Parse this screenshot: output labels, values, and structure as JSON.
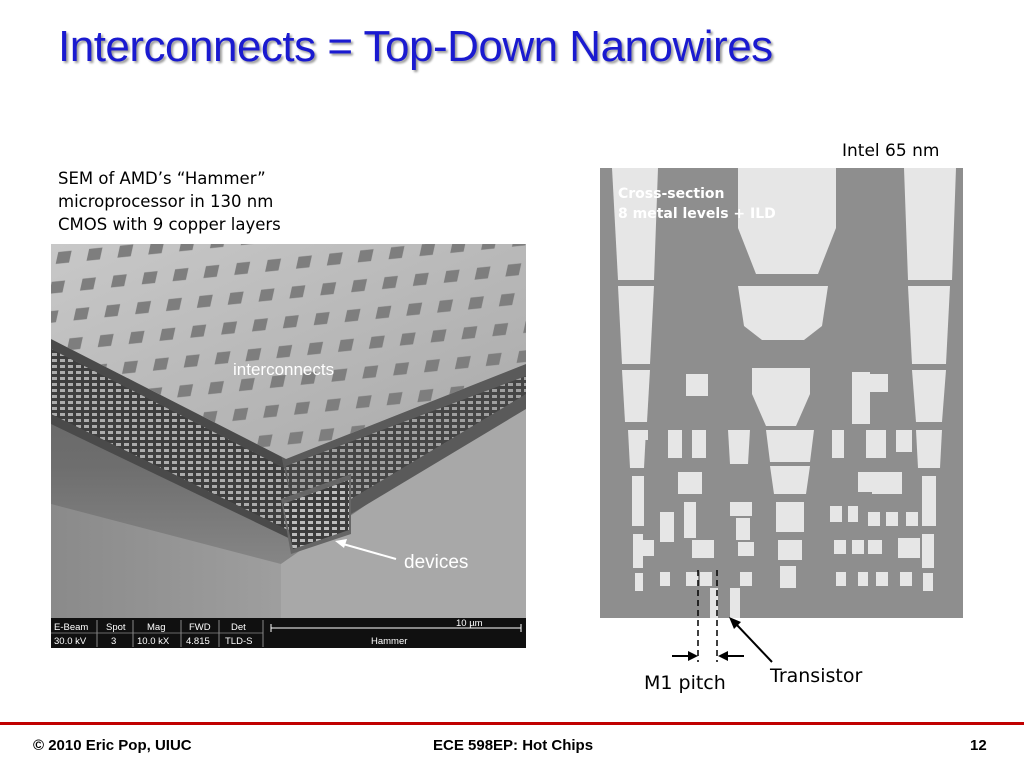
{
  "slide": {
    "title": "Interconnects = Top-Down Nanowires",
    "caption_left": [
      "SEM of AMD’s “Hammer”",
      "microprocessor in 130 nm",
      "CMOS with 9 copper layers"
    ],
    "caption_right": "Intel 65 nm"
  },
  "sem_image": {
    "label_interconnects": "interconnects",
    "label_devices": "devices",
    "databar": {
      "headers": [
        "E-Beam",
        "Spot",
        "Mag",
        "FWD",
        "Det"
      ],
      "values": [
        "30.0 kV",
        "3",
        "10.0 kX",
        "4.815",
        "TLD-S"
      ],
      "scale_label": "10 µm",
      "sample_name": "Hammer"
    }
  },
  "cross_section": {
    "line1": "Cross-section",
    "line2": "8 metal levels + ILD"
  },
  "annotations": {
    "m1_pitch": "M1 pitch",
    "transistor": "Transistor"
  },
  "footer": {
    "left": "© 2010 Eric Pop, UIUC",
    "center": "ECE 598EP: Hot Chips",
    "right": "12"
  },
  "colors": {
    "title": "#1a1ad0",
    "footer_line": "#c00000"
  }
}
